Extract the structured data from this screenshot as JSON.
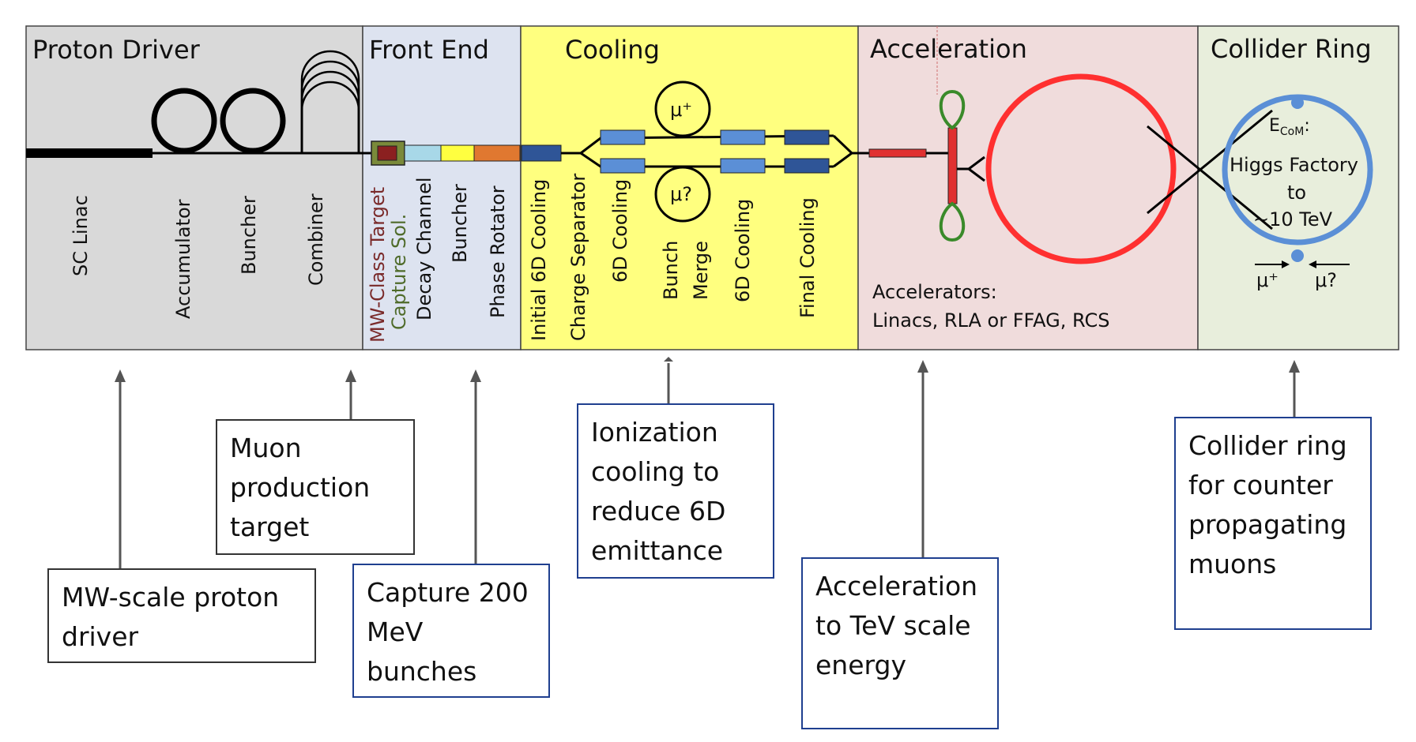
{
  "sections": {
    "proton_driver": {
      "title": "Proton Driver",
      "color": "#d9d9d9",
      "labels": [
        "SC Linac",
        "Accumulator",
        "Buncher",
        "Combiner"
      ]
    },
    "front_end": {
      "title": "Front End",
      "color": "#dde3f0",
      "labels": [
        "MW-Class Target",
        "Capture Sol.",
        "Decay Channel",
        "Buncher",
        "Phase Rotator"
      ],
      "label_colors": {
        "target": "#7a2a2a",
        "capture": "#4f6b2a"
      }
    },
    "cooling": {
      "title": "Cooling",
      "color": "#ffff7f",
      "labels": [
        "Initial 6D Cooling",
        "Charge Separator",
        "6D Cooling",
        "Bunch",
        "Merge",
        "6D Cooling",
        "Final Cooling"
      ],
      "mu_plus": "μ⁺",
      "mu_minus": "μ?"
    },
    "acceleration": {
      "title": "Acceleration",
      "color": "#f0dcdc",
      "text_line1": "Accelerators:",
      "text_line2": "Linacs, RLA or FFAG, RCS"
    },
    "collider_ring": {
      "title": "Collider Ring",
      "color": "#e8eedc",
      "ecom": "E",
      "ecom_sub": "CoM",
      "ecom_suffix": ":",
      "line1": "Higgs Factory",
      "line2": "to",
      "line3": "~10 TeV",
      "mu_plus": "μ⁺",
      "mu_minus": "μ?"
    }
  },
  "element_colors": {
    "target_outer": "#7a8a3a",
    "target_inner": "#8b2020",
    "capture": "#a8d8e8",
    "buncher": "#ffff40",
    "rotator": "#e07830",
    "cooling_blue": "#5b8fd6",
    "cooling_dark": "#2f5597",
    "linac_red": "#e03030",
    "ring_red": "#ff3030",
    "ring_blue": "#5b8fd6",
    "loop_green": "#3a8a2a"
  },
  "callouts": {
    "proton": "MW-scale proton driver",
    "target": "Muon production target",
    "capture": "Capture 200 MeV bunches",
    "cooling": "Ionization cooling to reduce 6D emittance",
    "accel": "Acceleration to TeV scale energy",
    "collider": "Collider ring for counter propagating muons"
  }
}
